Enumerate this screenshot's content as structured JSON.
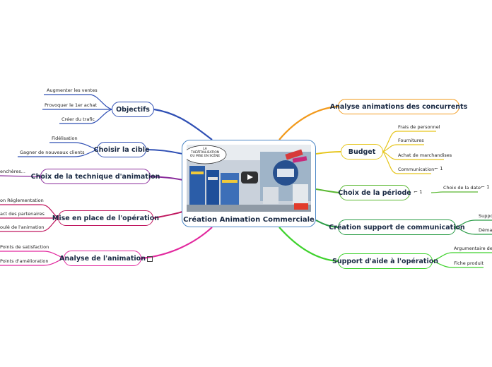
{
  "center": {
    "title": "Création Animation Commerciale",
    "video_label": "LA THÉÂTRALISATION OU MISE EN SCÈNE"
  },
  "left_branches": [
    {
      "label": "Objectifs",
      "color": "#2f4fb4",
      "leaves": [
        "Augmenter les ventes",
        "Provoquer le 1er achat",
        "Créer du trafic"
      ]
    },
    {
      "label": "Choisir la cible",
      "color": "#2f4fb4",
      "leaves": [
        "Fidélisation",
        "Gagner de nouveaux clients"
      ]
    },
    {
      "label": "Choix de la technique d'animation",
      "color": "#8a2c9b",
      "leaves": [
        "enchères..."
      ]
    },
    {
      "label": "Mise en place de l'opération",
      "color": "#c0175f",
      "leaves": [
        "on Réglementation",
        "act des partenaires",
        "oulé de l'animation"
      ]
    },
    {
      "label": "Analyse de l'animation",
      "color": "#e2289e",
      "leaves": [
        "Points de satisfaction",
        "Points d'amélioration"
      ]
    }
  ],
  "right_branches": [
    {
      "label": "Analyse animations des concurrents",
      "color": "#f29a1c",
      "leaves": []
    },
    {
      "label": "Budget",
      "color": "#e6c51a",
      "leaves": [
        "Frais de personnel",
        "Fournitures",
        "Achat de marchandises",
        "Communication"
      ],
      "comment_count": "1"
    },
    {
      "label": "Choix de la période",
      "color": "#5ab832",
      "leaves": [
        "Choix de la date"
      ],
      "comment_count": "1",
      "leaf_comment_count": "1"
    },
    {
      "label": "Création support de communication",
      "color": "#2a9c46",
      "leaves": [
        "Suppo",
        "Déma"
      ]
    },
    {
      "label": "Support d'aide à l'opération",
      "color": "#3ed22c",
      "leaves": [
        "Argumentaire de v",
        "Fiche produit"
      ]
    }
  ]
}
